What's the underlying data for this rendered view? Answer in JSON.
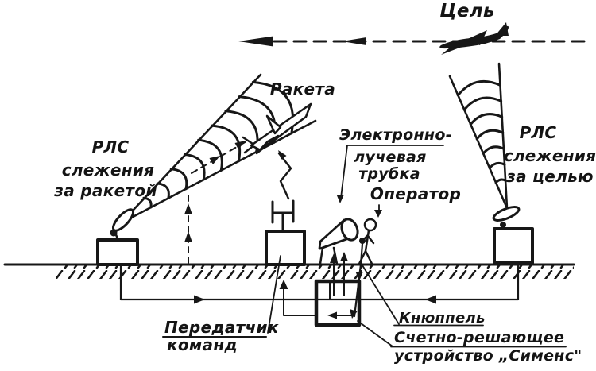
{
  "diagram": {
    "labels": {
      "target": "Цель",
      "missile": "Ракета",
      "radar_missile": [
        "РЛС",
        "слежения",
        "за ракетой"
      ],
      "radar_target": [
        "РЛС",
        "слежения",
        "за целью"
      ],
      "crt": [
        "Электронно-",
        "лучевая",
        "трубка"
      ],
      "operator": "Оператор",
      "transmitter": [
        "Передатчик",
        "команд"
      ],
      "joystick": "Кнюппель",
      "computer": [
        "Счетно-решающее",
        "устройство „Сименс\""
      ]
    },
    "colors": {
      "ink": "#171717",
      "background": "#ffffff"
    }
  }
}
